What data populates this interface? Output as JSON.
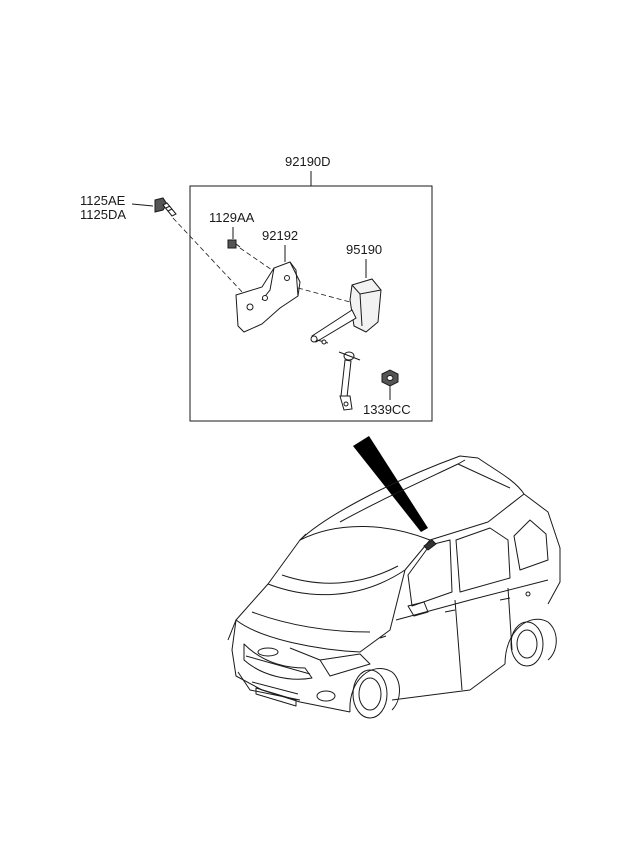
{
  "labels": {
    "assembly": "92190D",
    "bolt_a": "1125AE",
    "bolt_b": "1125DA",
    "screw": "1129AA",
    "bracket": "92192",
    "sensor": "95190",
    "nut": "1339CC"
  },
  "icons": {
    "bolt": "bolt-icon",
    "screw": "screw-icon",
    "bracket": "bracket-icon",
    "sensor": "level-sensor-icon",
    "nut": "nut-icon",
    "pointer": "pointer-arrow-icon",
    "vehicle": "car-icon"
  },
  "colors": {
    "line": "#1a1a1a",
    "background": "#ffffff",
    "pointer": "#000000"
  }
}
